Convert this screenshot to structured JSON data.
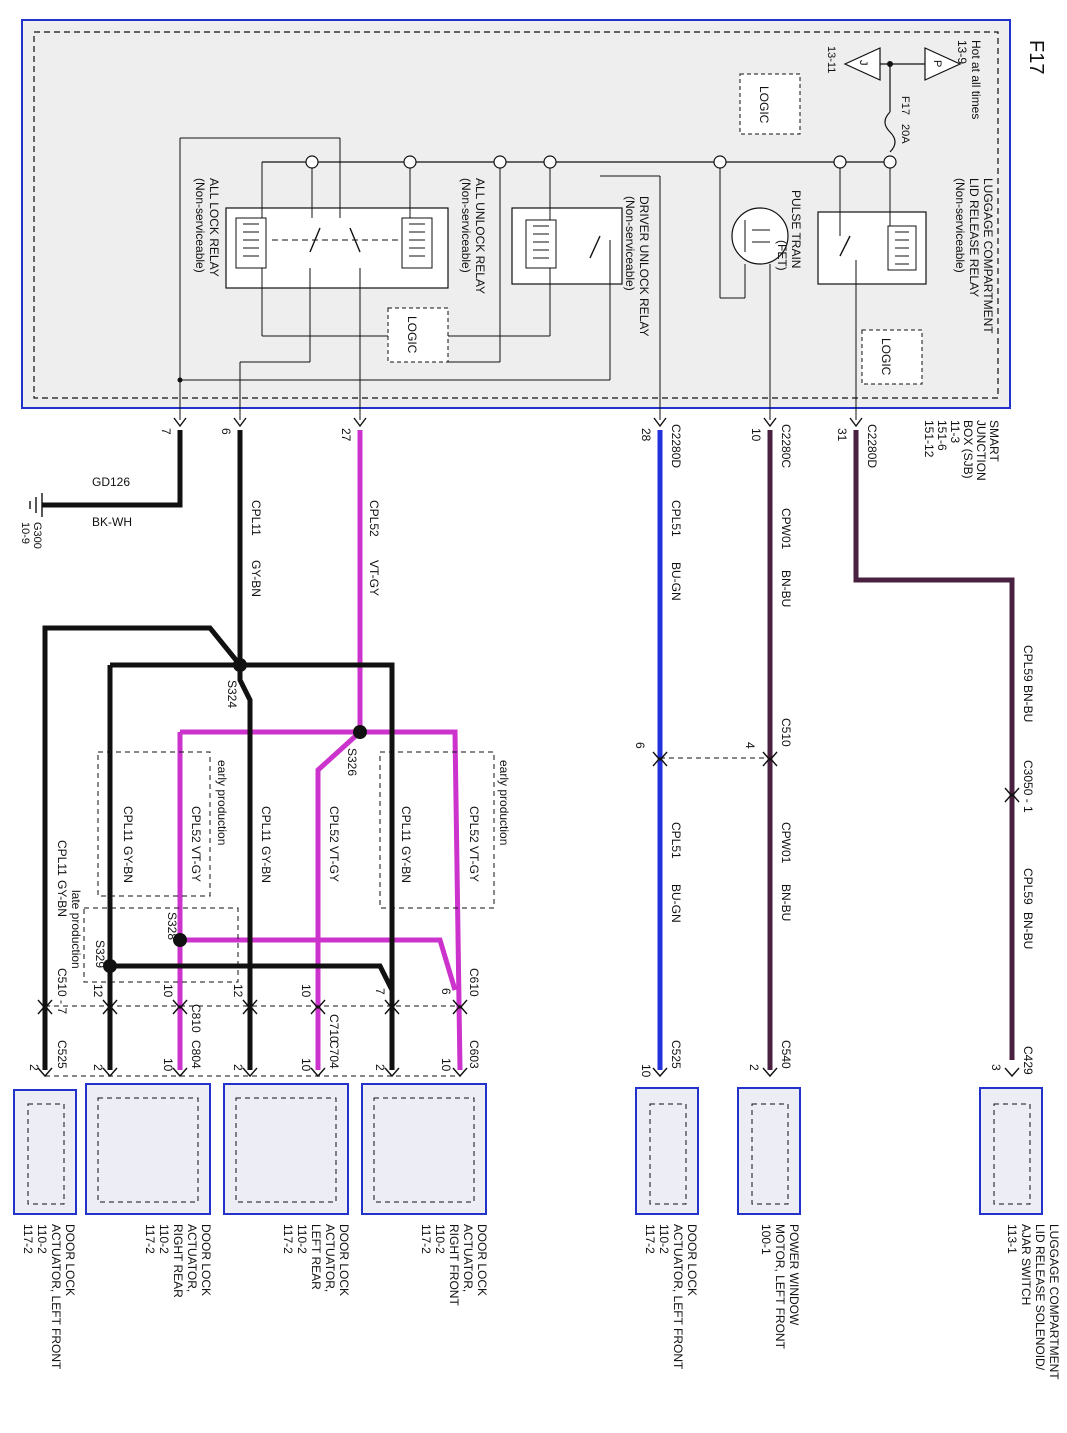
{
  "page_id": "F17",
  "colors": {
    "box_border": "#2233cc",
    "box_fill": "#eeeeee",
    "wire_black": "#111111",
    "wire_violet": "#cc33cc",
    "wire_blue": "#2233dd",
    "wire_brown": "#4a2040"
  },
  "sjb": {
    "hot_label": "Hot at all times",
    "hot_ref": "13-9",
    "p_symbol": "P",
    "j_symbol": "J",
    "j_ref": "13-11",
    "fuse_label": "F17",
    "fuse_rating": "20A",
    "logic_labels": [
      "LOGIC",
      "LOGIC",
      "LOGIC"
    ],
    "pulse_train": "PULSE TRAIN",
    "pulse_fet": "(FET)",
    "relays": [
      {
        "name": "LUGGAGE COMPARTMENT",
        "name2": "LID RELEASE RELAY",
        "note": "(Non-serviceable)"
      },
      {
        "name": "DRIVER UNLOCK RELAY",
        "name2": "",
        "note": "(Non-serviceable)"
      },
      {
        "name": "ALL UNLOCK RELAY",
        "name2": "",
        "note": "(Non-serviceable)"
      },
      {
        "name": "ALL LOCK RELAY",
        "name2": "",
        "note": "(Non-serviceable)"
      }
    ],
    "box_label": [
      "SMART",
      "JUNCTION",
      "BOX (SJB)",
      "11-3",
      "151-6",
      "151-12"
    ]
  },
  "pins": [
    {
      "conn": "C2280D",
      "pin": "31"
    },
    {
      "conn": "C2280C",
      "pin": "10"
    },
    {
      "conn": "C2280D",
      "pin": "28"
    },
    {
      "conn": "",
      "pin": "27"
    },
    {
      "conn": "",
      "pin": "6"
    },
    {
      "conn": "",
      "pin": "7"
    }
  ],
  "circuits": [
    {
      "id": "CPL59",
      "color": "BN-BU"
    },
    {
      "id": "CPW01",
      "color": "BN-BU"
    },
    {
      "id": "CPL51",
      "color": "BU-GN"
    },
    {
      "id": "CPL52",
      "color": "VT-GY"
    },
    {
      "id": "CPL11",
      "color": "GY-BN"
    }
  ],
  "ground": {
    "circuit": "GD126",
    "color": "BK-WH",
    "point": "G300",
    "ref": "10-9"
  },
  "splices": [
    "S324",
    "S326",
    "S328",
    "S329"
  ],
  "inline": {
    "c3050": "C3050 - 1",
    "c510": "C510",
    "c510_pin4": "4",
    "c510_pin6": "6",
    "c610": "C610",
    "c710": "C710",
    "c810": "C810",
    "c510_7": "C510 - 7",
    "c525": "C525",
    "pin_6": "6",
    "pin_7": "7",
    "pin_10": "10",
    "pin_12": "12"
  },
  "notes": {
    "early": "early production",
    "late": "late production"
  },
  "components": [
    {
      "conn": "C429",
      "pin": "3",
      "lines": [
        "LUGGAGE COMPARTMENT",
        "LID RELEASE SOLENOID/",
        "AJAR SWITCH",
        "113-1"
      ]
    },
    {
      "conn": "C540",
      "pin": "2",
      "lines": [
        "POWER WINDOW",
        "MOTOR, LEFT FRONT",
        "100-1"
      ]
    },
    {
      "conn": "C525",
      "pin": "10",
      "lines": [
        "DOOR LOCK",
        "ACTUATOR, LEFT FRONT",
        "110-2",
        "117-2"
      ]
    },
    {
      "conn": "C603",
      "pin": "10",
      "pin2": "2",
      "lines": [
        "DOOR LOCK",
        "ACTUATOR,",
        "RIGHT FRONT",
        "110-2",
        "117-2"
      ]
    },
    {
      "conn": "C704",
      "pin": "10",
      "pin2": "2",
      "lines": [
        "DOOR LOCK",
        "ACTUATOR,",
        "LEFT REAR",
        "110-2",
        "117-2"
      ]
    },
    {
      "conn": "C804",
      "pin": "10",
      "pin2": "2",
      "lines": [
        "DOOR LOCK",
        "ACTUATOR,",
        "RIGHT REAR",
        "110-2",
        "117-2"
      ]
    },
    {
      "conn": "C525",
      "pin": "2",
      "lines": [
        "DOOR LOCK",
        "ACTUATOR, LEFT FRONT",
        "110-2",
        "117-2"
      ]
    }
  ]
}
